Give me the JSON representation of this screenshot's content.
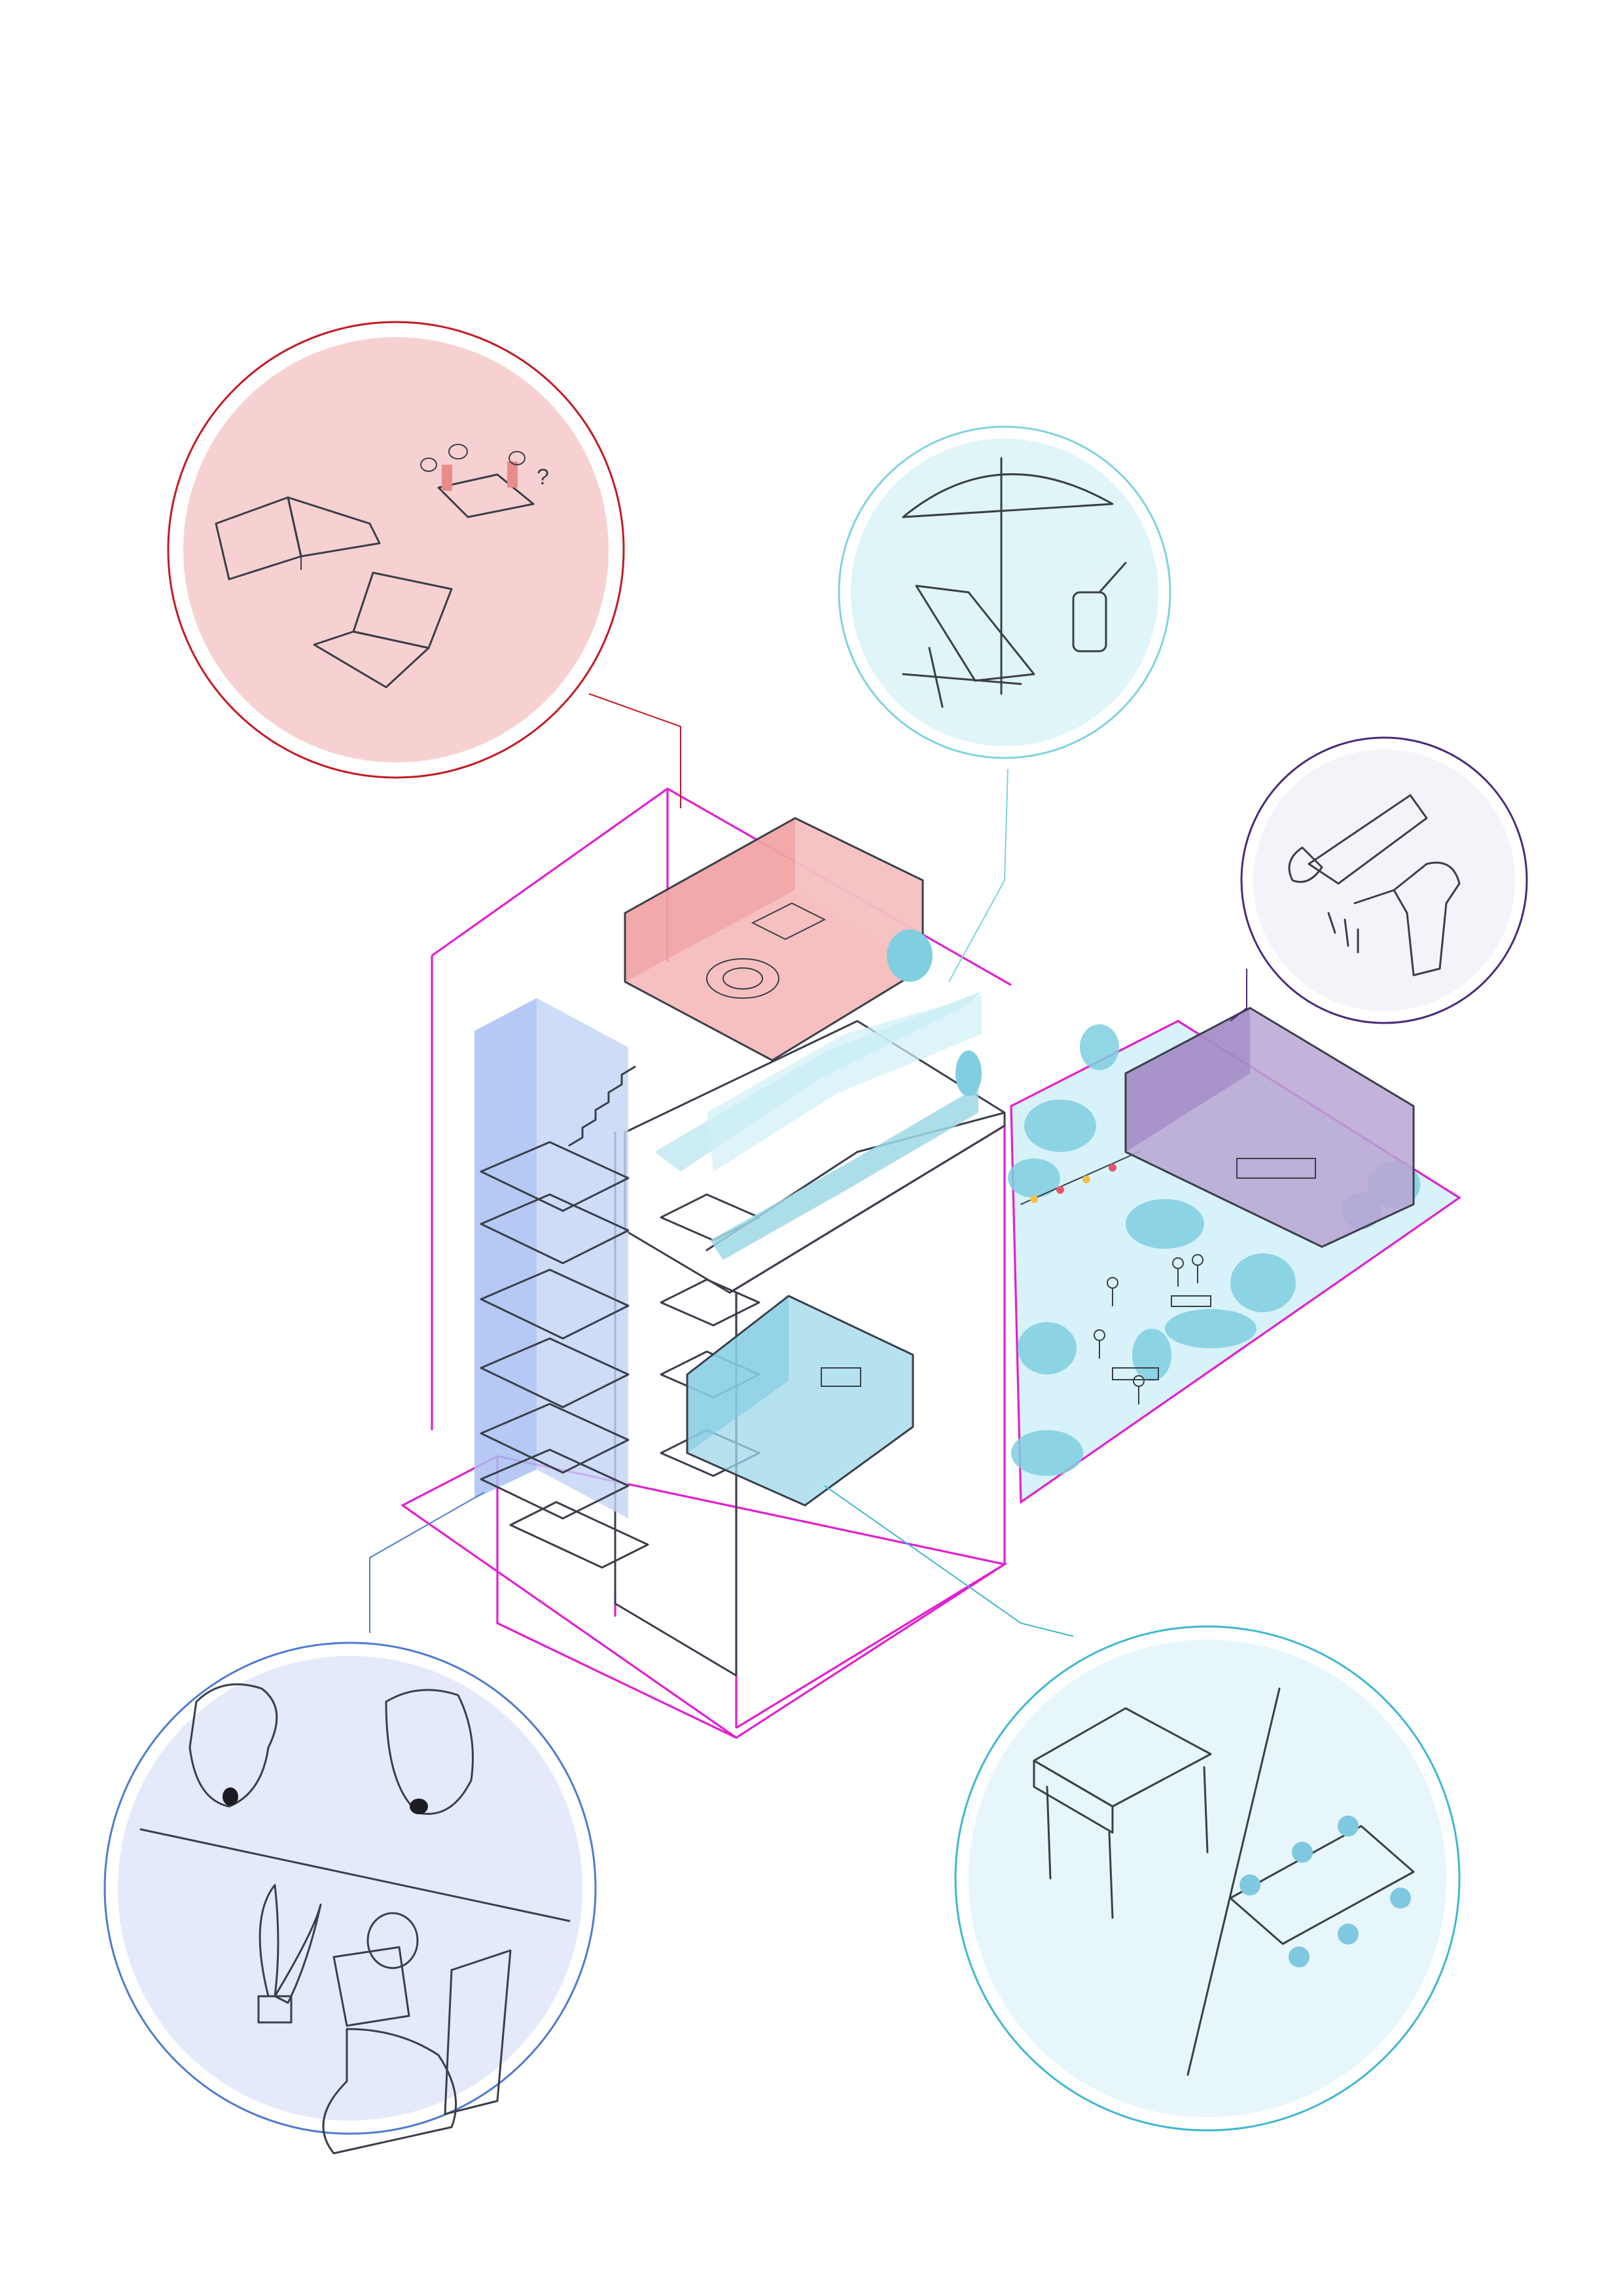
{
  "colors": {
    "background": "#ffffff",
    "frame_magenta": "#e21fd0",
    "study_red": "#c41a24",
    "study_fill": "#f6cccc",
    "terrace_cyan": "#7fd3dd",
    "terrace_fill": "#dcf4f7",
    "workshop_purple": "#4a2a78",
    "workshop_fill": "#b9a4d4",
    "stair_blue": "#4f7bd1",
    "stair_fill": "#a9c0f2",
    "social_cyan": "#3fb8cf",
    "social_fill": "#bfe9f3",
    "garden_fill": "#bfeaf2"
  },
  "vignettes": [
    {
      "id": "study",
      "theme_color": "study_red",
      "icons": [
        "open-book-icon",
        "laptop-icon",
        "meeting-table-icon",
        "speech-bubble-icon"
      ]
    },
    {
      "id": "terrace",
      "theme_color": "terrace_cyan",
      "icons": [
        "parasol-icon",
        "deck-chair-icon",
        "cocktail-glass-icon"
      ]
    },
    {
      "id": "workshop",
      "theme_color": "workshop_purple",
      "icons": [
        "handsaw-icon",
        "power-drill-icon",
        "screws-icon"
      ]
    },
    {
      "id": "lounge",
      "theme_color": "stair_blue",
      "icons": [
        "laughing-faces-icon",
        "person-reading-icon",
        "potted-plant-icon"
      ]
    },
    {
      "id": "games",
      "theme_color": "social_cyan",
      "icons": [
        "foosball-table-icon",
        "dining-table-icon"
      ]
    }
  ]
}
